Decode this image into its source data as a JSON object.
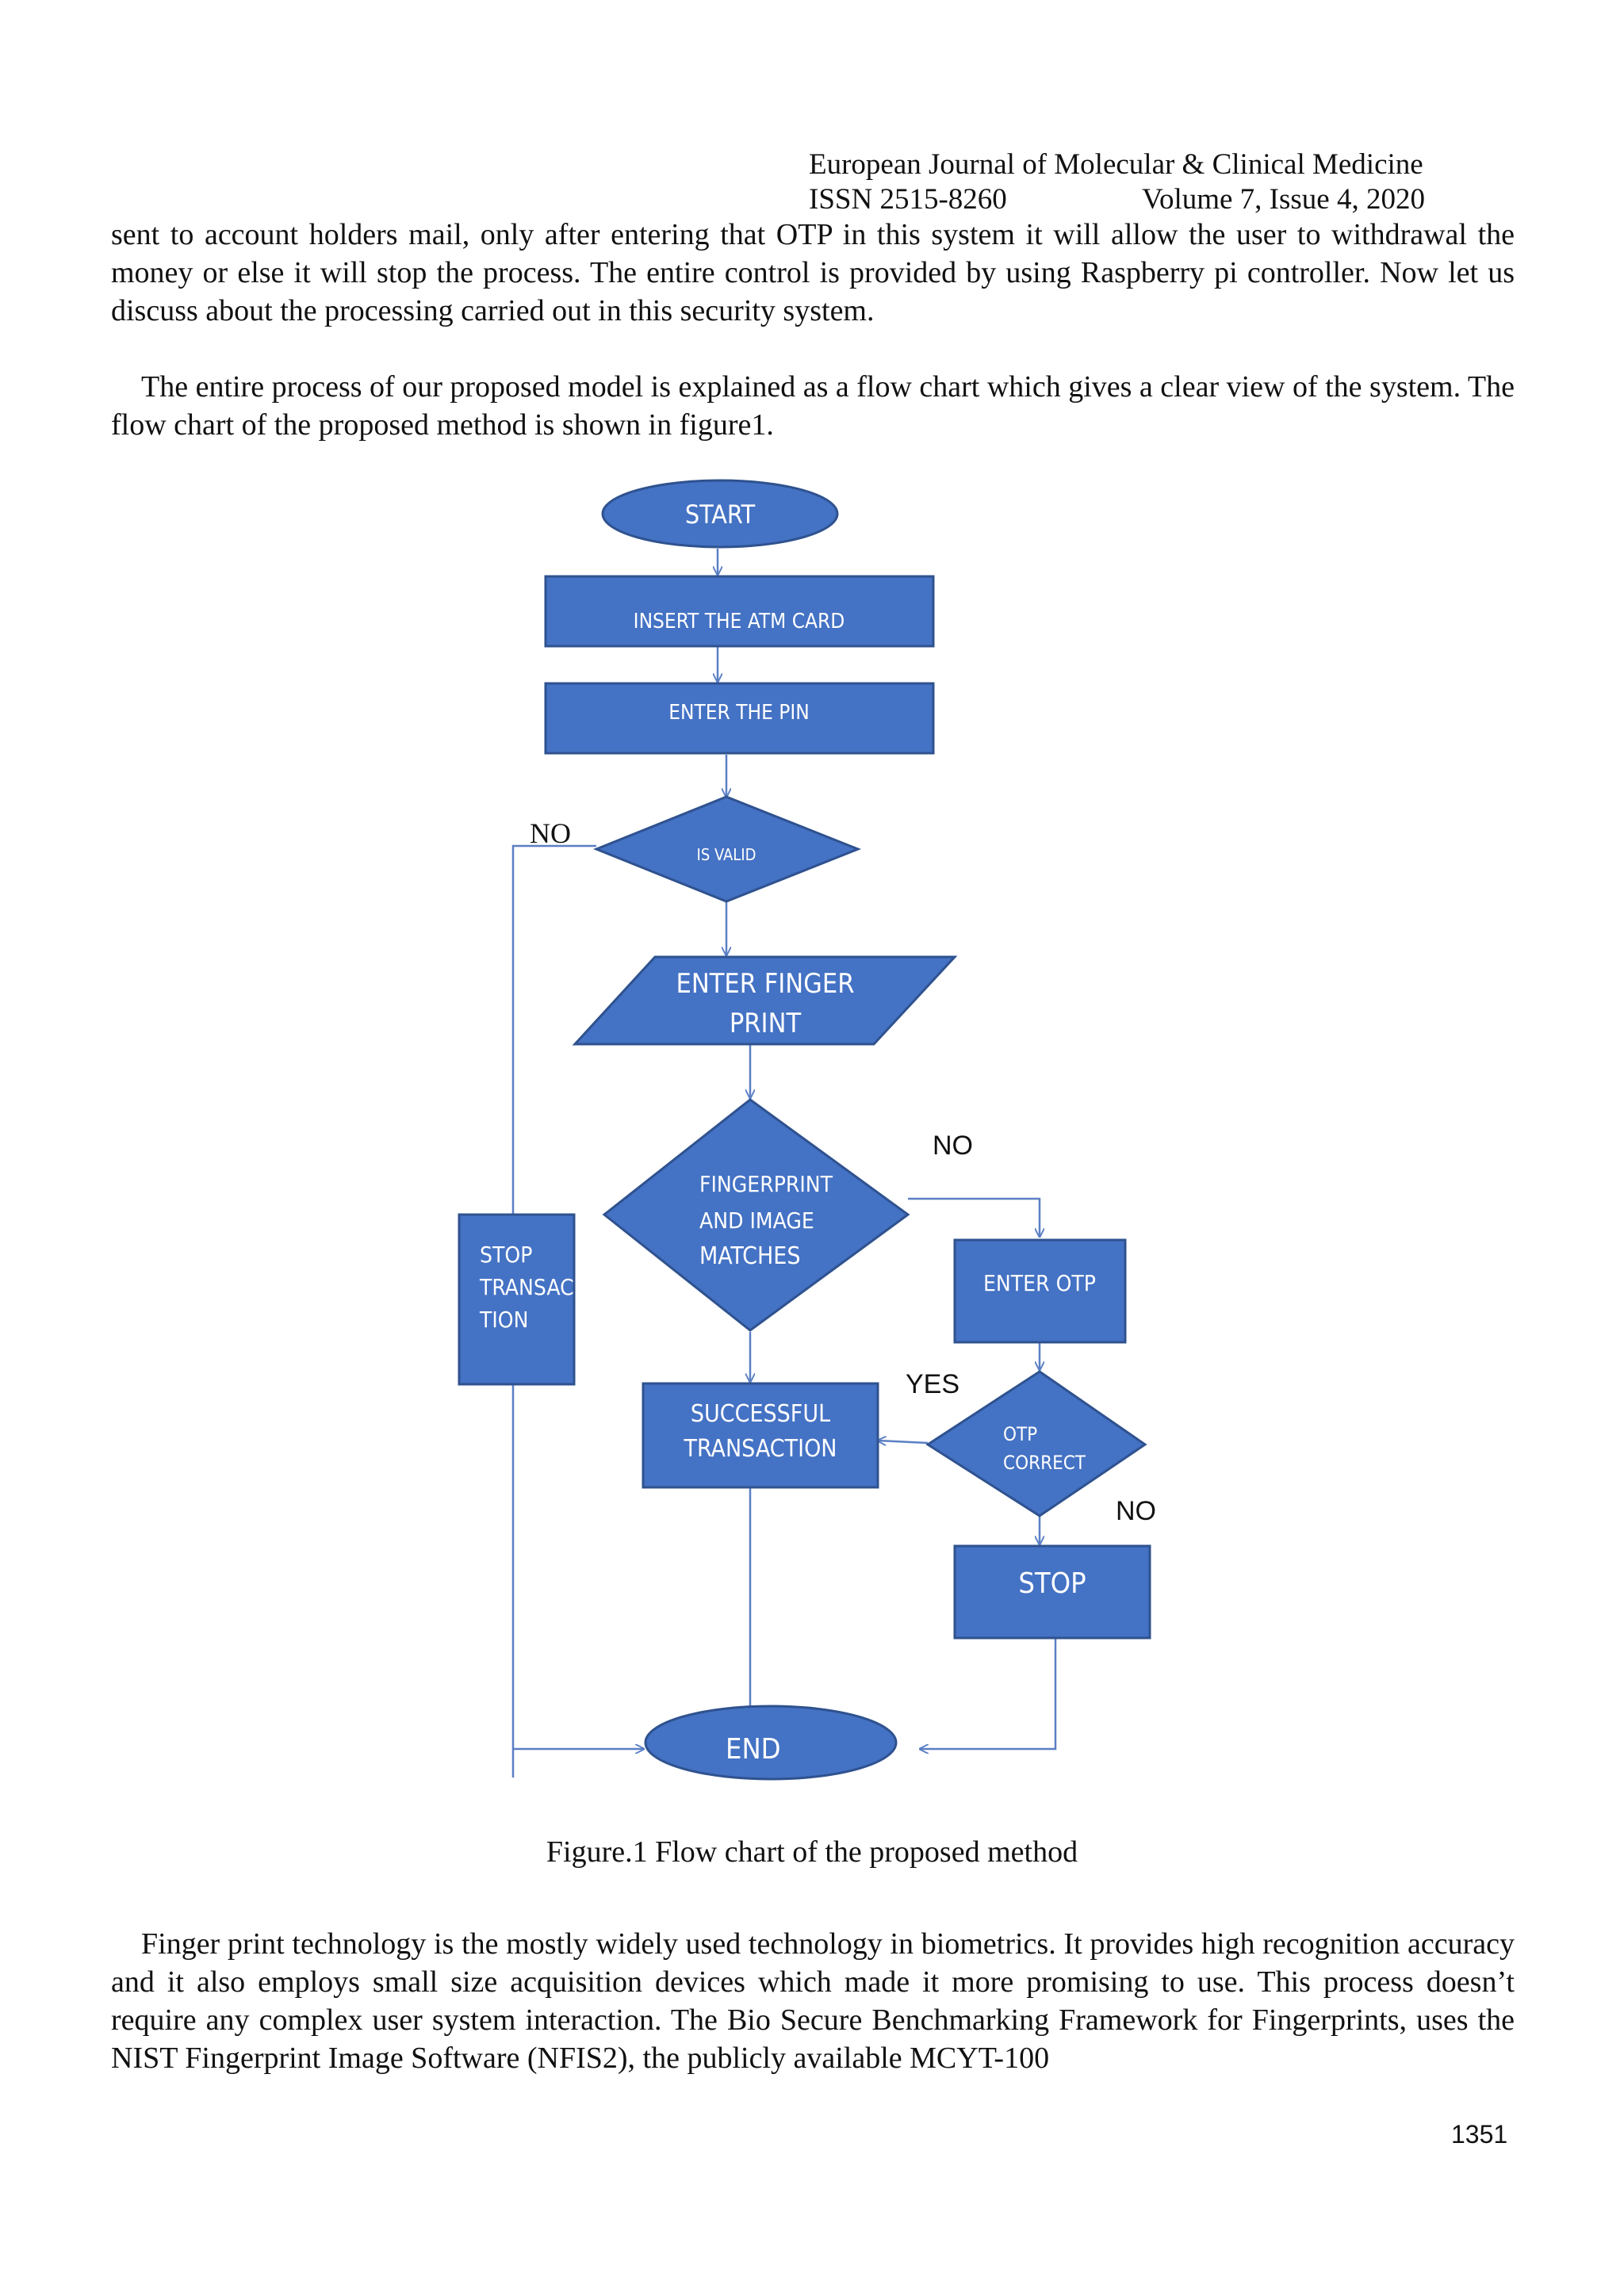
{
  "header": {
    "journal": "European Journal of Molecular & Clinical Medicine",
    "issn": "ISSN 2515-8260",
    "volume": "Volume 7, Issue 4, 2020"
  },
  "paragraphs": {
    "p1": "sent to account holders mail, only after entering that OTP in this system it will allow the user to withdrawal the money or else it will stop the process. The entire control is provided by using Raspberry pi controller. Now let us discuss about the processing carried out in this security system.",
    "p2": "The entire process of our proposed model is explained as a flow chart which gives a clear view of the system. The flow chart of the proposed method is shown in figure1.",
    "p3": "Finger print technology is the mostly widely used technology in biometrics. It provides high recognition accuracy and it also employs small size acquisition devices which made it more promising to use. This process doesn’t require any complex user system interaction. The Bio Secure Benchmarking Framework for Fingerprints, uses the NIST Fingerprint Image Software (NFIS2), the publicly available MCYT-100"
  },
  "flowchart": {
    "start": "START",
    "insert_card": "INSERT THE ATM CARD",
    "enter_pin": "ENTER THE PIN",
    "is_valid": "IS VALID",
    "enter_finger_1": "ENTER FINGER",
    "enter_finger_2": "PRINT",
    "fp_match_1": "FINGERPRINT",
    "fp_match_2": "AND IMAGE",
    "fp_match_3": "MATCHES",
    "stop_tx_1": "STOP",
    "stop_tx_2": "TRANSAC",
    "stop_tx_3": "TION",
    "enter_otp": "ENTER OTP",
    "otp_correct_1": "OTP",
    "otp_correct_2": "CORRECT",
    "success_1": "SUCCESSFUL",
    "success_2": "TRANSACTION",
    "stop": "STOP",
    "end": "END",
    "label_no_valid": "NO",
    "label_no_match": "NO",
    "label_yes_otp": "YES",
    "label_no_otp": "NO",
    "fill_color": "#4472c4",
    "line_color": "#5b7fc4"
  },
  "caption": "Figure.1 Flow chart of the proposed method",
  "page_number": "1351"
}
